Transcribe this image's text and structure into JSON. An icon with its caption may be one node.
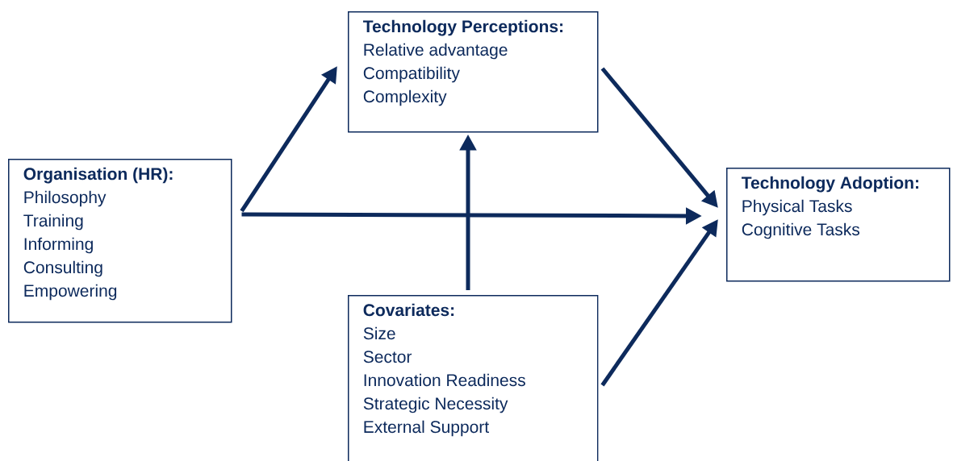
{
  "diagram": {
    "nodes": [
      {
        "text": [
          "Organisation (HR):",
          "Philosophy",
          "Training",
          "Informing",
          "Consulting",
          "Empowering"
        ]
      },
      {
        "text": [
          "Technology Perceptions:",
          "Relative advantage",
          "Compatibility",
          "Complexity"
        ]
      },
      {
        "text": [
          "Technology Adoption:",
          "Physical Tasks",
          "Cognitive Tasks"
        ]
      },
      {
        "text": [
          "Covariates:",
          "Size",
          "Sector",
          "Innovation Readiness",
          "Strategic Necessity",
          "External Support"
        ]
      }
    ],
    "edges": [
      {
        "from": 0,
        "to": 1,
        "arrow": "to"
      },
      {
        "from": 0,
        "to": 2,
        "arrow": "to"
      },
      {
        "from": 1,
        "to": 2,
        "arrow": "to"
      },
      {
        "from": 3,
        "to": 1,
        "arrow": "to"
      },
      {
        "from": 3,
        "to": 2,
        "arrow": "to"
      }
    ]
  }
}
